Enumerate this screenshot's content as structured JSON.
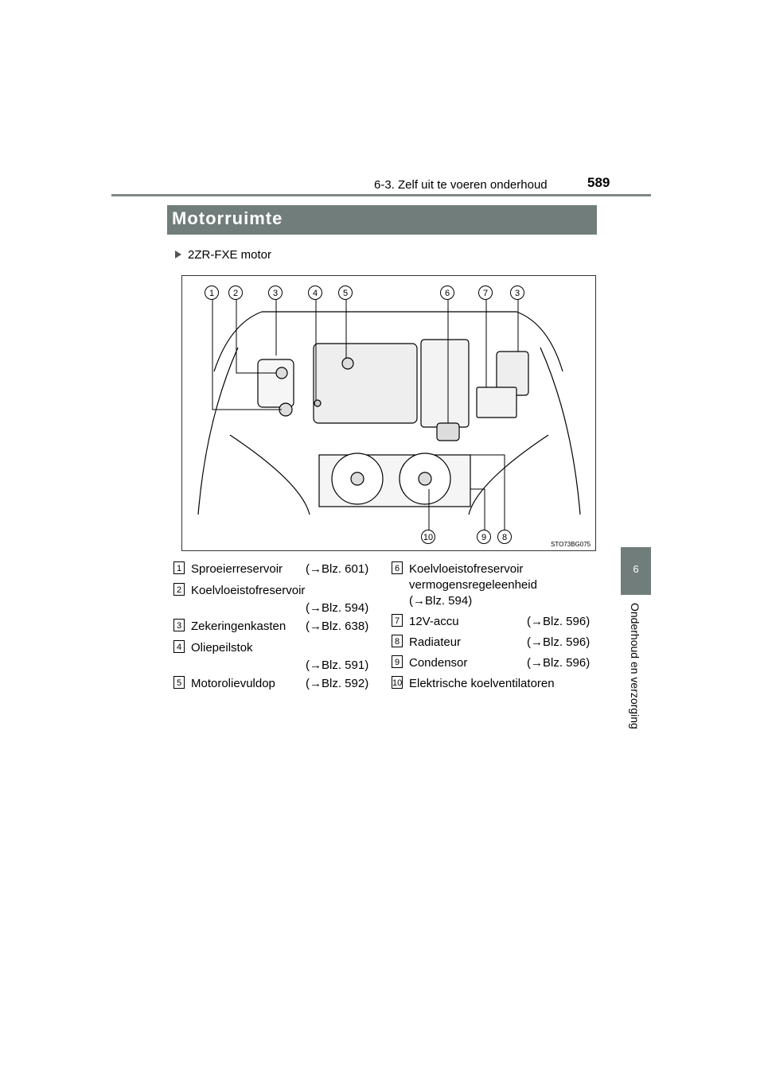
{
  "header": {
    "chapter": "6-3. Zelf uit te voeren onderhoud",
    "page_number": "589"
  },
  "side_tab": {
    "number": "6",
    "text": "Onderhoud en verzorging"
  },
  "section": {
    "title": "Motorruimte"
  },
  "subheading": "2ZR-FXE motor",
  "figure": {
    "code": "STO73BG075",
    "callouts_top": [
      "1",
      "2",
      "3",
      "4",
      "5",
      "6",
      "7",
      "3"
    ],
    "callouts_bottom": [
      "10",
      "9",
      "8"
    ]
  },
  "legend_left": [
    {
      "num": "1",
      "label": "Sproeierreservoir",
      "ref": "(→Blz. 601)"
    },
    {
      "num": "2",
      "label": "Koelvloeistofreservoir",
      "ref": "(→Blz. 594)"
    },
    {
      "num": "3",
      "label": "Zekeringenkasten",
      "ref": "(→Blz. 638)"
    },
    {
      "num": "4",
      "label": "Oliepeilstok",
      "ref": "(→Blz. 591)"
    },
    {
      "num": "5",
      "label": "Motorolievuldop",
      "ref": "(→Blz. 592)"
    }
  ],
  "legend_right": [
    {
      "num": "6",
      "label": "Koelvloeistofreservoir",
      "label2": "vermogensregeleenheid",
      "ref": "(→Blz. 594)"
    },
    {
      "num": "7",
      "label": "12V-accu",
      "ref": "(→Blz. 596)"
    },
    {
      "num": "8",
      "label": "Radiateur",
      "ref": "(→Blz. 596)"
    },
    {
      "num": "9",
      "label": "Condensor",
      "ref": "(→Blz. 596)"
    },
    {
      "num": "10",
      "label": "Elektrische koelventilatoren"
    }
  ]
}
